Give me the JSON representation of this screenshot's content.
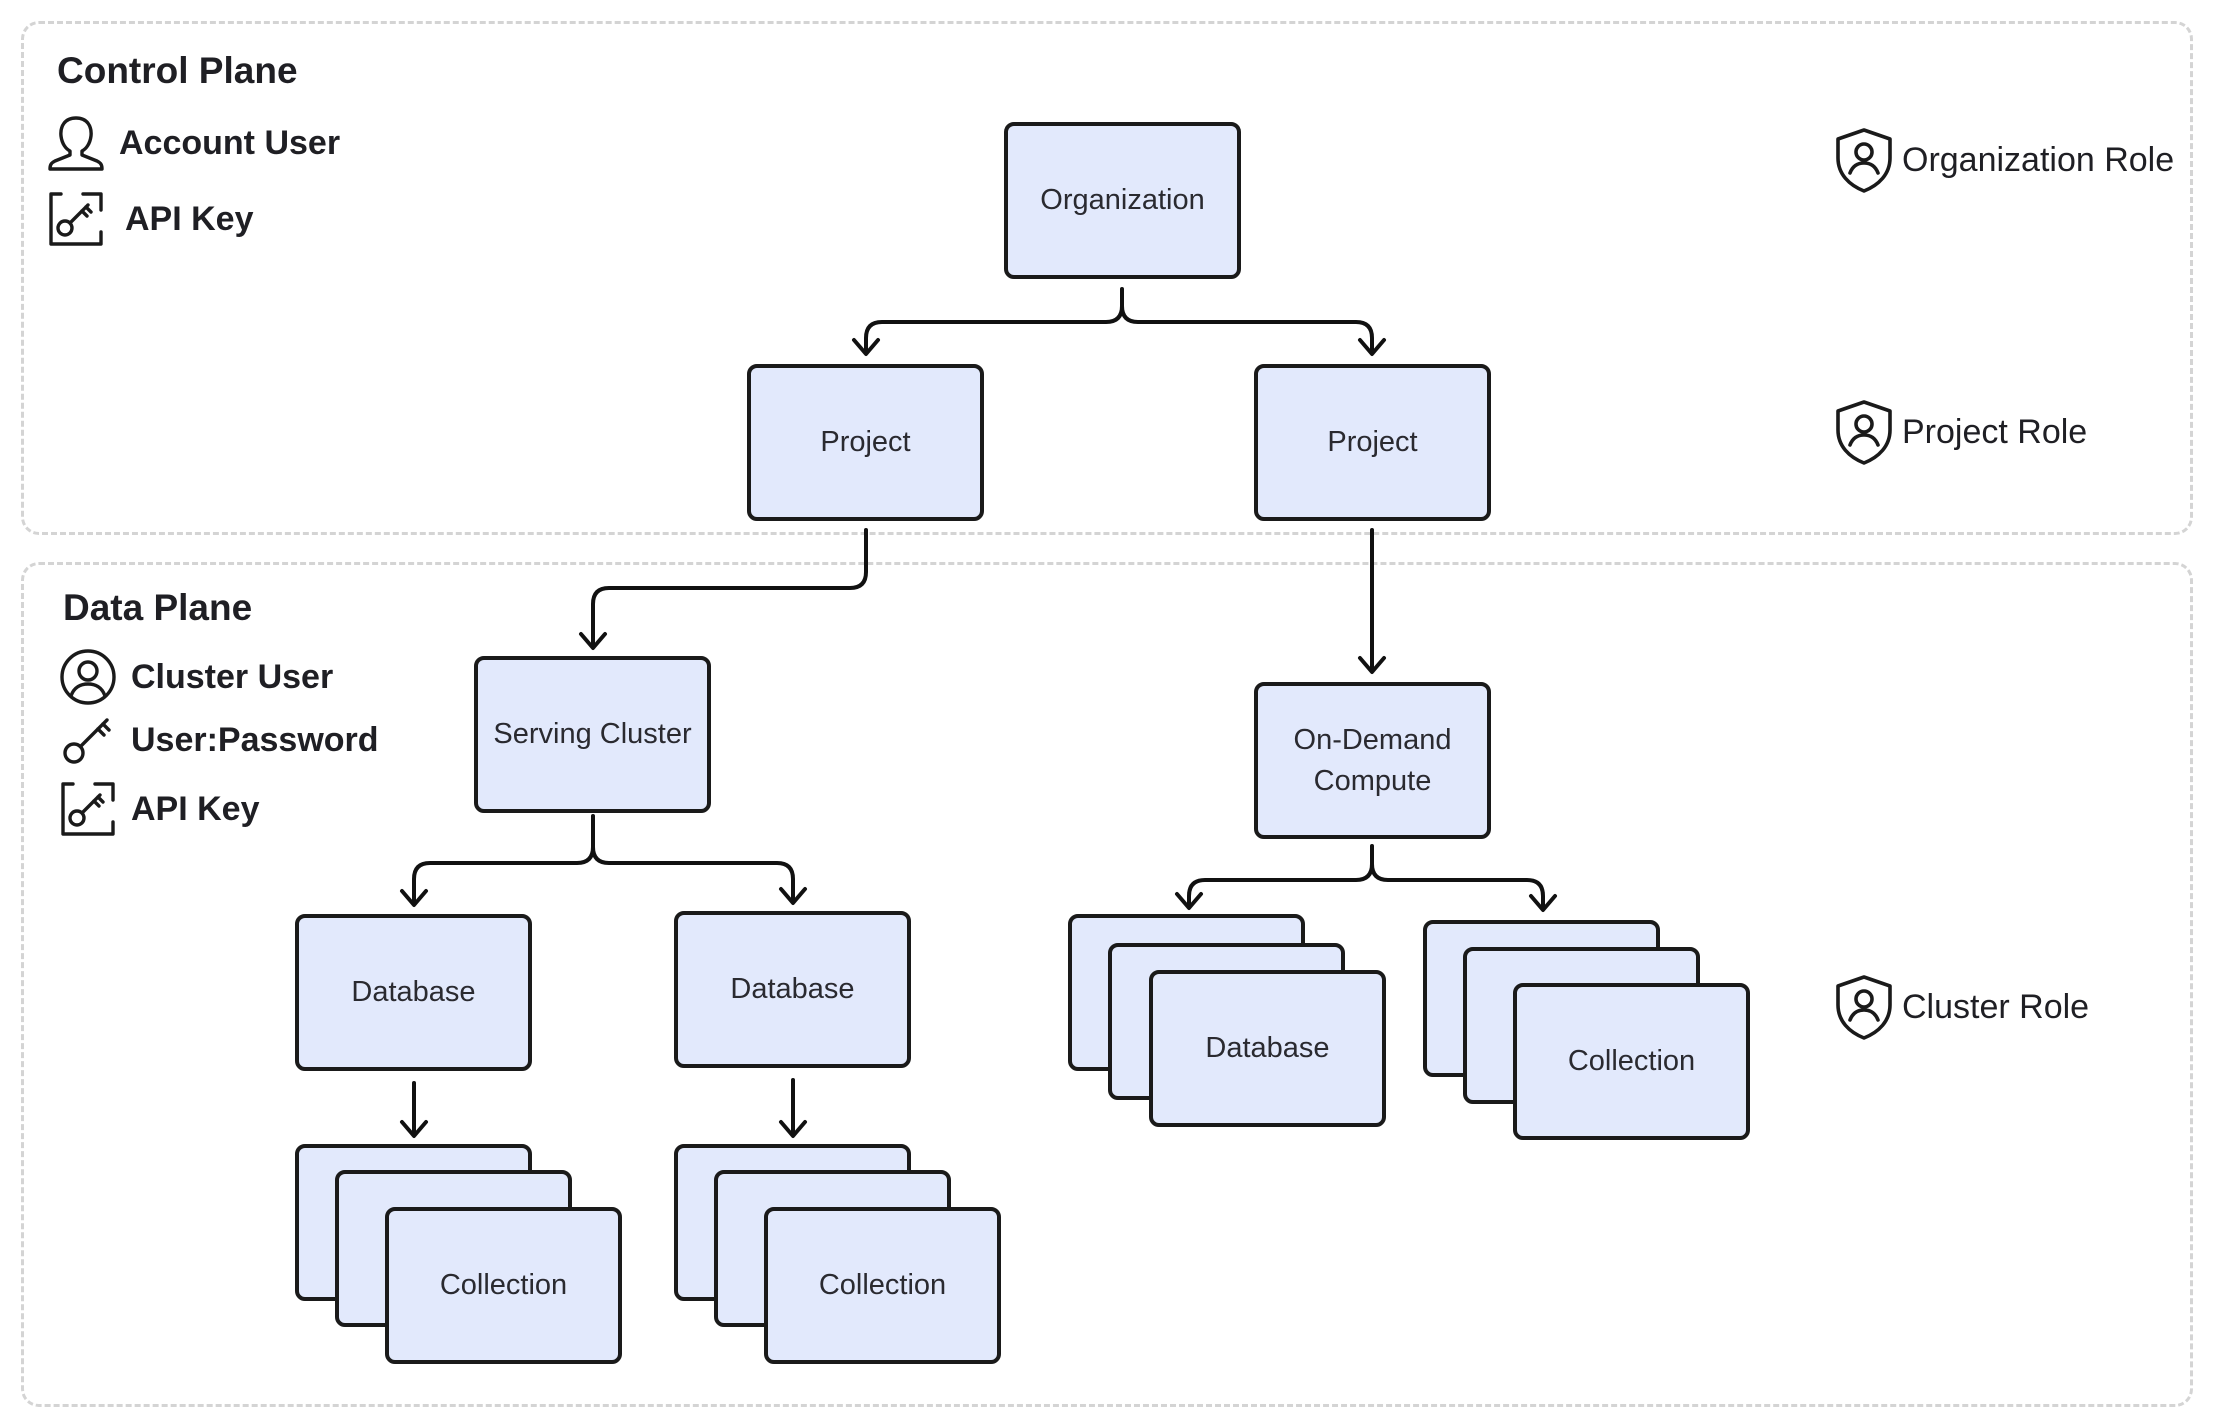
{
  "control_plane": {
    "title": "Control Plane",
    "legend": [
      {
        "label": "Account User",
        "icon": "account-user-icon"
      },
      {
        "label": "API Key",
        "icon": "api-key-icon"
      }
    ]
  },
  "data_plane": {
    "title": "Data Plane",
    "legend": [
      {
        "label": "Cluster User",
        "icon": "cluster-user-icon"
      },
      {
        "label": "User:Password",
        "icon": "key-icon"
      },
      {
        "label": "API Key",
        "icon": "api-key-icon"
      }
    ]
  },
  "roles": [
    {
      "label": "Organization Role",
      "icon": "shield-user-icon"
    },
    {
      "label": "Project Role",
      "icon": "shield-user-icon"
    },
    {
      "label": "Cluster Role",
      "icon": "shield-user-icon"
    }
  ],
  "nodes": {
    "organization": "Organization",
    "project_left": "Project",
    "project_right": "Project",
    "serving_cluster": "Serving Cluster",
    "on_demand_compute_line1": "On-Demand",
    "on_demand_compute_line2": "Compute",
    "database_left": "Database",
    "database_mid": "Database",
    "database_stack": "Database",
    "collection_stack_right": "Collection",
    "collection_stack_left": "Collection",
    "collection_stack_mid": "Collection"
  },
  "colors": {
    "node_fill": "#e2e9fc",
    "node_border": "#1a1a1a",
    "plane_border": "#d4d4d4",
    "text": "#1f1f24"
  }
}
